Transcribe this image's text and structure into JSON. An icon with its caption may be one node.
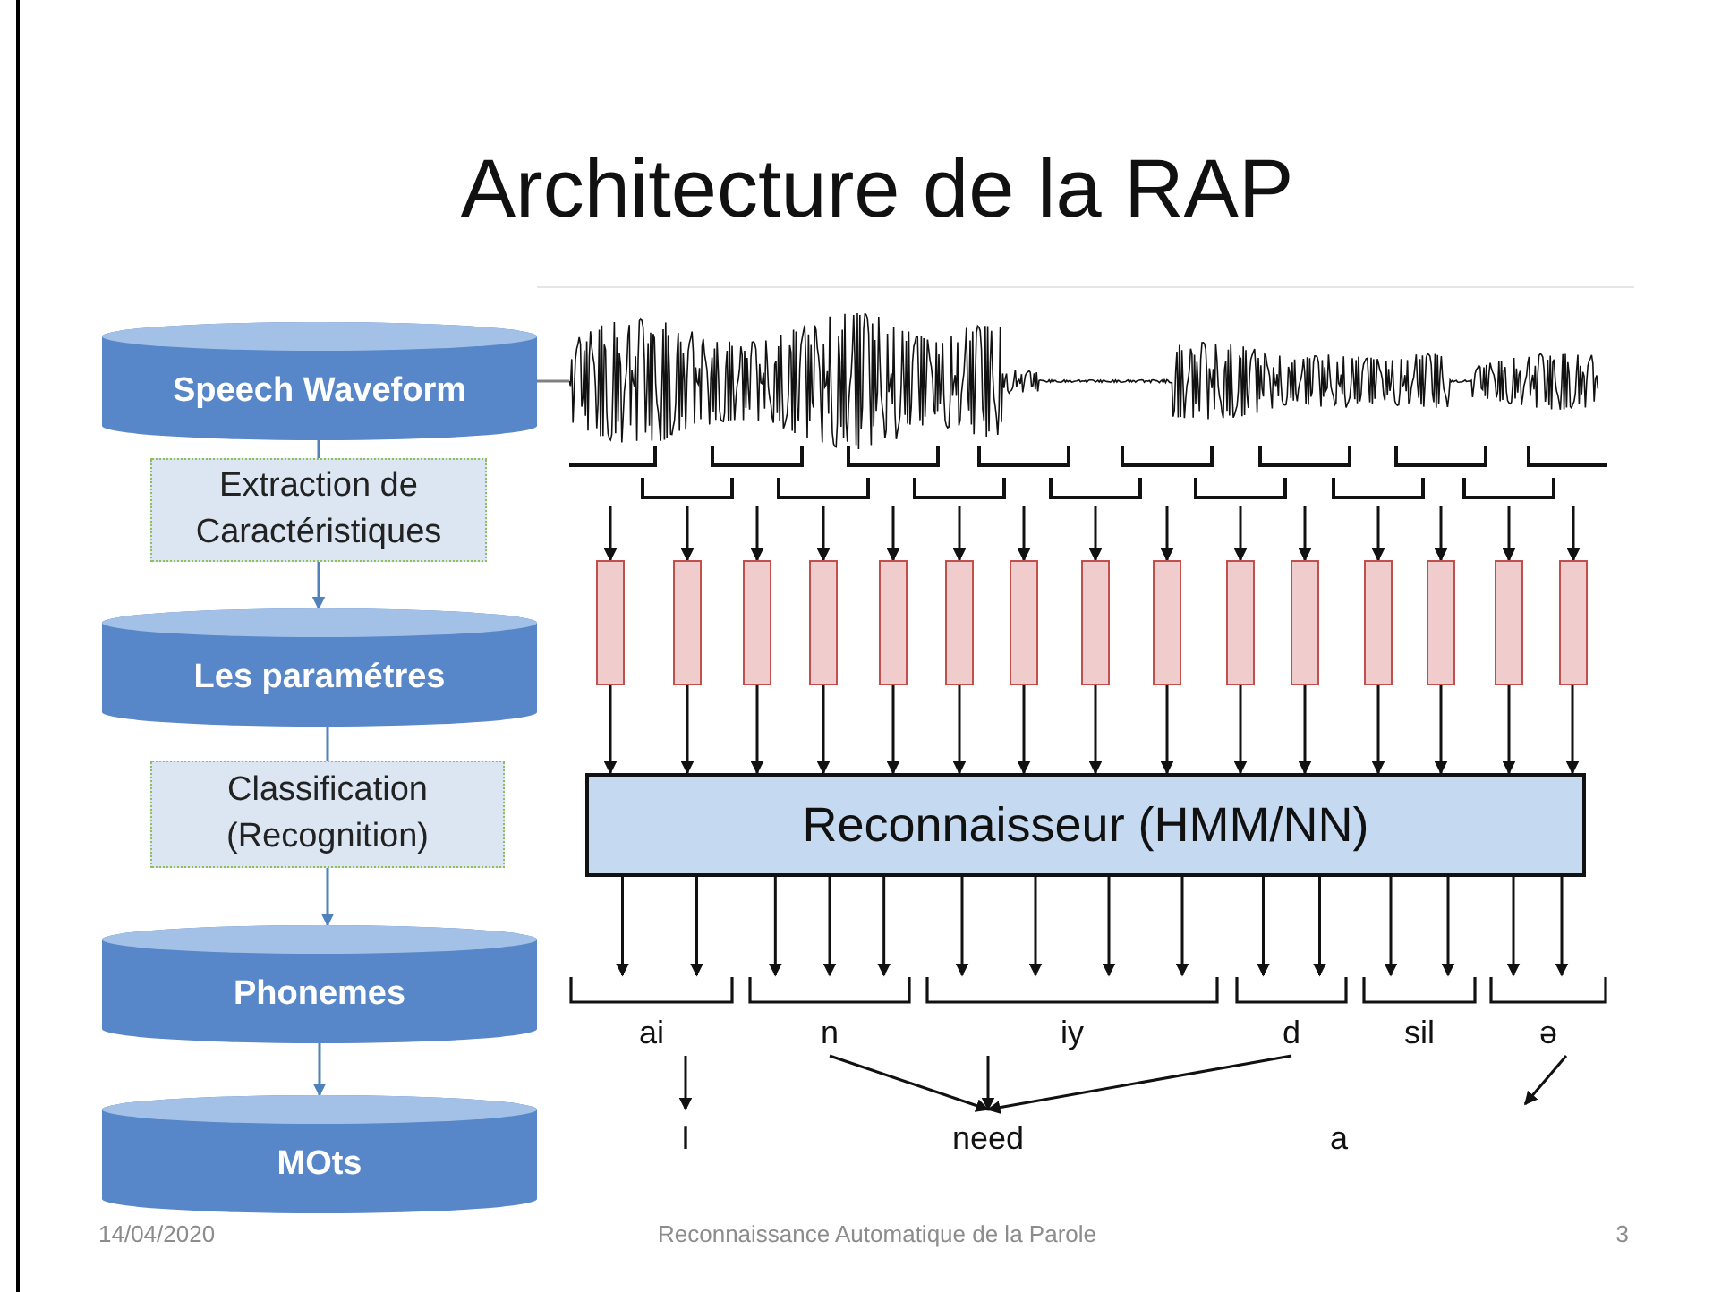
{
  "diagram": {
    "title": "Architecture de la RAP",
    "nodes": [
      {
        "text": [
          "Speech Waveform"
        ]
      },
      {
        "text": [
          "Extraction de Caractéristiques"
        ]
      },
      {
        "text": [
          "Les paramétres"
        ]
      },
      {
        "text": [
          "Classification (Recognition)"
        ]
      },
      {
        "text": [
          "Phonemes"
        ]
      },
      {
        "text": [
          "MOts"
        ]
      },
      {
        "text": [],
        "shape": "picture"
      },
      {
        "text": [],
        "shape": "bar"
      },
      {
        "text": [],
        "shape": "bar"
      },
      {
        "text": [],
        "shape": "bar"
      },
      {
        "text": [],
        "shape": "bar"
      },
      {
        "text": [],
        "shape": "bar"
      },
      {
        "text": [],
        "shape": "bar"
      },
      {
        "text": [],
        "shape": "bar"
      },
      {
        "text": [],
        "shape": "bar"
      },
      {
        "text": [],
        "shape": "bar"
      },
      {
        "text": [],
        "shape": "bar"
      },
      {
        "text": [],
        "shape": "bar"
      },
      {
        "text": [],
        "shape": "bar"
      },
      {
        "text": [],
        "shape": "bar"
      },
      {
        "text": [],
        "shape": "bar"
      },
      {
        "text": [],
        "shape": "bar"
      },
      {
        "text": [
          "Reconnaisseur (HMM/NN)"
        ]
      },
      {
        "text": [
          "ai"
        ]
      },
      {
        "text": [
          "n"
        ]
      },
      {
        "text": [
          "iy"
        ]
      },
      {
        "text": [
          "d"
        ]
      },
      {
        "text": [
          "sil"
        ]
      },
      {
        "text": [
          "ə"
        ]
      },
      {
        "text": [
          "I"
        ]
      },
      {
        "text": [
          "need"
        ]
      },
      {
        "text": [
          "a"
        ]
      }
    ],
    "edges": [
      {
        "from": 0,
        "to": 1,
        "arrow": "none",
        "color": "#4f81bd"
      },
      {
        "from": 1,
        "to": 2,
        "arrow": "to",
        "color": "#4f81bd"
      },
      {
        "from": 2,
        "to": 3,
        "arrow": "none",
        "color": "#4f81bd"
      },
      {
        "from": 3,
        "to": 4,
        "arrow": "to",
        "color": "#4f81bd"
      },
      {
        "from": 4,
        "to": 5,
        "arrow": "to",
        "color": "#4f81bd"
      },
      {
        "from": 0,
        "to": 6,
        "arrow": "none",
        "color": "#808080"
      },
      {
        "from": 6,
        "to": 7,
        "arrow": "to"
      },
      {
        "from": 6,
        "to": 8,
        "arrow": "to"
      },
      {
        "from": 6,
        "to": 9,
        "arrow": "to"
      },
      {
        "from": 6,
        "to": 10,
        "arrow": "to"
      },
      {
        "from": 6,
        "to": 11,
        "arrow": "to"
      },
      {
        "from": 6,
        "to": 12,
        "arrow": "to"
      },
      {
        "from": 6,
        "to": 13,
        "arrow": "to"
      },
      {
        "from": 6,
        "to": 14,
        "arrow": "to"
      },
      {
        "from": 6,
        "to": 15,
        "arrow": "to"
      },
      {
        "from": 6,
        "to": 16,
        "arrow": "to"
      },
      {
        "from": 6,
        "to": 17,
        "arrow": "to"
      },
      {
        "from": 6,
        "to": 18,
        "arrow": "to"
      },
      {
        "from": 6,
        "to": 19,
        "arrow": "to"
      },
      {
        "from": 6,
        "to": 20,
        "arrow": "to"
      },
      {
        "from": 6,
        "to": 21,
        "arrow": "to"
      },
      {
        "from": 7,
        "to": 22,
        "arrow": "to"
      },
      {
        "from": 8,
        "to": 22,
        "arrow": "to"
      },
      {
        "from": 9,
        "to": 22,
        "arrow": "to"
      },
      {
        "from": 10,
        "to": 22,
        "arrow": "to"
      },
      {
        "from": 11,
        "to": 22,
        "arrow": "to"
      },
      {
        "from": 12,
        "to": 22,
        "arrow": "to"
      },
      {
        "from": 13,
        "to": 22,
        "arrow": "to"
      },
      {
        "from": 14,
        "to": 22,
        "arrow": "to"
      },
      {
        "from": 15,
        "to": 22,
        "arrow": "to"
      },
      {
        "from": 16,
        "to": 22,
        "arrow": "to"
      },
      {
        "from": 17,
        "to": 22,
        "arrow": "to"
      },
      {
        "from": 18,
        "to": 22,
        "arrow": "to"
      },
      {
        "from": 19,
        "to": 22,
        "arrow": "to"
      },
      {
        "from": 20,
        "to": 22,
        "arrow": "to"
      },
      {
        "from": 21,
        "to": 22,
        "arrow": "to"
      },
      {
        "from": 22,
        "to": 23,
        "arrow": "to"
      },
      {
        "from": 22,
        "to": 23,
        "arrow": "to"
      },
      {
        "from": 22,
        "to": 24,
        "arrow": "to"
      },
      {
        "from": 22,
        "to": 24,
        "arrow": "to"
      },
      {
        "from": 22,
        "to": 24,
        "arrow": "to"
      },
      {
        "from": 22,
        "to": 25,
        "arrow": "to"
      },
      {
        "from": 22,
        "to": 25,
        "arrow": "to"
      },
      {
        "from": 22,
        "to": 25,
        "arrow": "to"
      },
      {
        "from": 22,
        "to": 25,
        "arrow": "to"
      },
      {
        "from": 22,
        "to": 26,
        "arrow": "to"
      },
      {
        "from": 22,
        "to": 26,
        "arrow": "to"
      },
      {
        "from": 22,
        "to": 27,
        "arrow": "to"
      },
      {
        "from": 22,
        "to": 27,
        "arrow": "to"
      },
      {
        "from": 22,
        "to": 28,
        "arrow": "to"
      },
      {
        "from": 22,
        "to": 28,
        "arrow": "to"
      },
      {
        "from": 23,
        "to": 29,
        "arrow": "to"
      },
      {
        "from": 24,
        "to": 30,
        "arrow": "to"
      },
      {
        "from": 25,
        "to": 30,
        "arrow": "to"
      },
      {
        "from": 26,
        "to": 30,
        "arrow": "to"
      },
      {
        "from": 28,
        "to": null,
        "arrow": "to"
      }
    ],
    "labels": [
      "14/04/2020",
      "Reconnaissance Automatique de la Parole",
      "3"
    ]
  }
}
